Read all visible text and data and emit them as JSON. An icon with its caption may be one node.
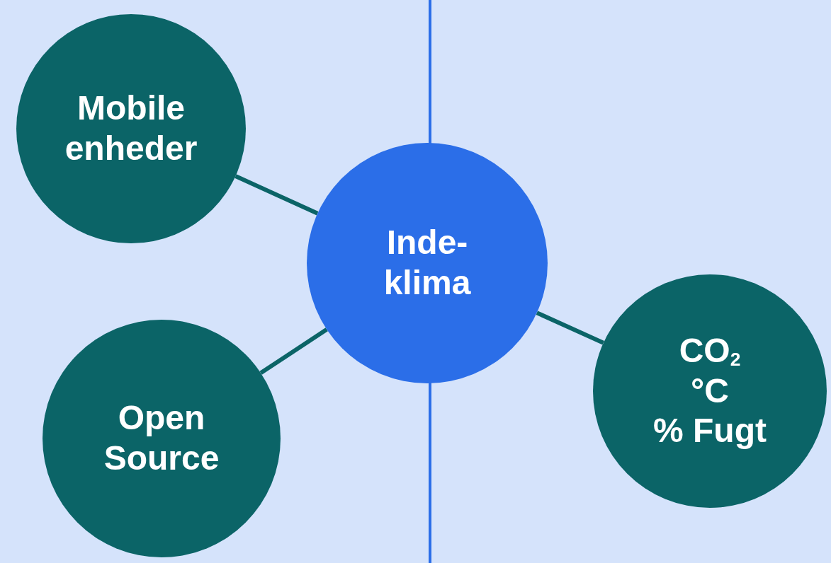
{
  "diagram": {
    "nodes": [
      {
        "text": [
          "Mobile enheder"
        ]
      },
      {
        "text": [
          "Inde- klima"
        ]
      },
      {
        "text": [
          "Open Source"
        ]
      },
      {
        "text": [
          "CO$_{2}$",
          "°C",
          "% Fugt"
        ]
      }
    ],
    "edges": [
      {
        "from": 0,
        "to": 1,
        "arrow": "none"
      },
      {
        "from": 2,
        "to": 1,
        "arrow": "none"
      },
      {
        "from": 1,
        "to": 3,
        "arrow": "none"
      }
    ]
  }
}
